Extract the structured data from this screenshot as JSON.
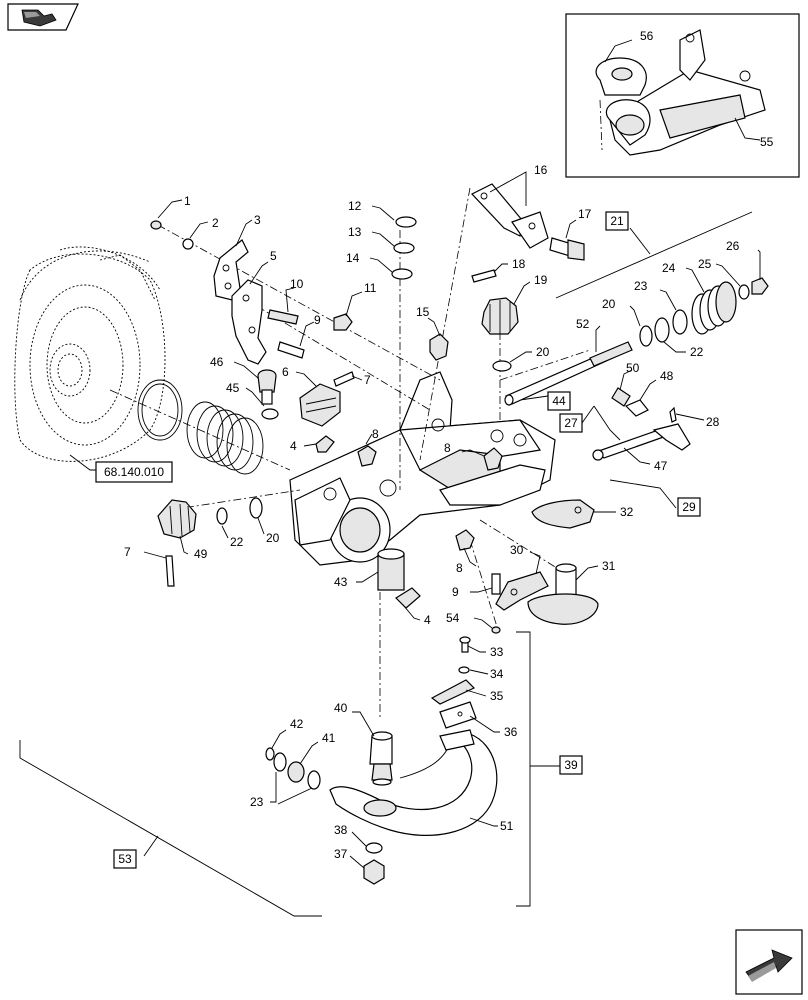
{
  "ref_boxes": {
    "b21": "21",
    "b27": "27",
    "b29": "29",
    "b39": "39",
    "b44": "44",
    "b53": "53",
    "ref_external": "68.140.010"
  },
  "callouts": {
    "c1": "1",
    "c2": "2",
    "c3": "3",
    "c4a": "4",
    "c4b": "4",
    "c5": "5",
    "c6": "6",
    "c7a": "7",
    "c7b": "7",
    "c8a": "8",
    "c8b": "8",
    "c8c": "8",
    "c9a": "9",
    "c9b": "9",
    "c10": "10",
    "c11": "11",
    "c12": "12",
    "c13": "13",
    "c14": "14",
    "c15": "15",
    "c16": "16",
    "c17": "17",
    "c18": "18",
    "c19": "19",
    "c20a": "20",
    "c20b": "20",
    "c20c": "20",
    "c22a": "22",
    "c22b": "22",
    "c23a": "23",
    "c23b": "23",
    "c24": "24",
    "c25": "25",
    "c26": "26",
    "c28": "28",
    "c30": "30",
    "c31": "31",
    "c32": "32",
    "c33": "33",
    "c34": "34",
    "c35": "35",
    "c36": "36",
    "c37": "37",
    "c38": "38",
    "c40": "40",
    "c41": "41",
    "c42": "42",
    "c43": "43",
    "c45": "45",
    "c46": "46",
    "c47": "47",
    "c48": "48",
    "c49": "49",
    "c50": "50",
    "c51": "51",
    "c52": "52",
    "c54": "54",
    "c55": "55",
    "c56": "56"
  },
  "icons": {
    "top_left": "book-pages-icon",
    "bottom_right": "next-page-arrow-icon"
  }
}
